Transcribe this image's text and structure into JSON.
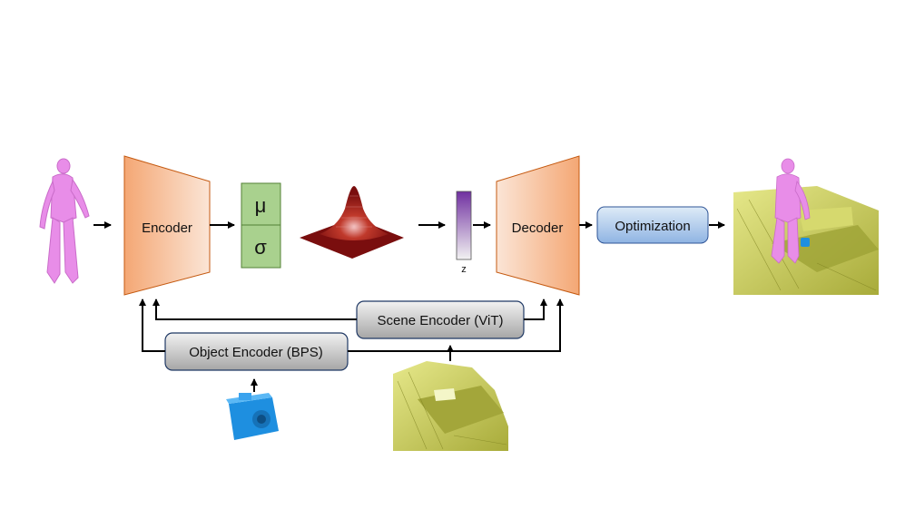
{
  "encoder": {
    "label": "Encoder"
  },
  "latent": {
    "mu": "μ",
    "sigma": "σ",
    "z_label": "z"
  },
  "decoder": {
    "label": "Decoder"
  },
  "optimization": {
    "label": "Optimization"
  },
  "scene_encoder": {
    "label": "Scene Encoder (ViT)"
  },
  "object_encoder": {
    "label": "Object Encoder (BPS)"
  },
  "colors": {
    "encoder_fill": "#F4B183",
    "latent_fill": "#A9D18E",
    "optimization_fill": "#9DC3E6",
    "encoder_module_fill": "#BFBFBF",
    "human": "#E88DE8",
    "scene": "#C9CC5A",
    "object": "#1E8FE0",
    "gaussian": "#A31515"
  }
}
